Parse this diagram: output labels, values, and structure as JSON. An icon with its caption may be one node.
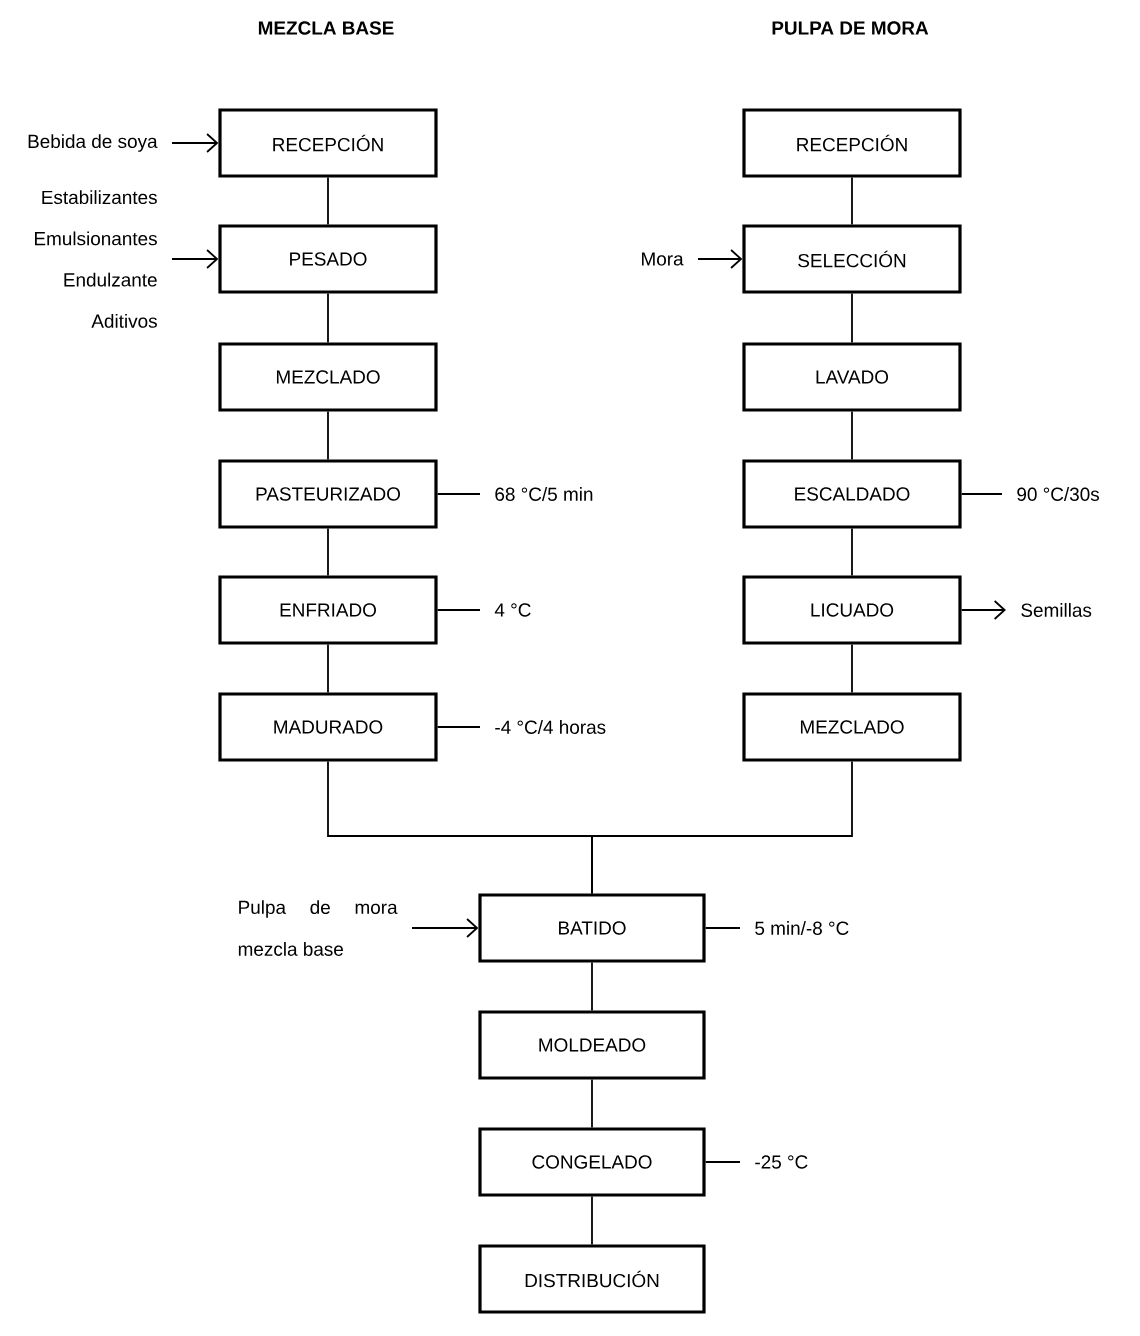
{
  "diagram": {
    "nodes": [
      {
        "text": [
          "Bebida de soya"
        ]
      },
      {
        "text": [
          "RECEPCIÓN"
        ]
      },
      {
        "text": [
          "Estabilizantes",
          "Emulsionantes",
          "Endulzante",
          "Aditivos"
        ]
      },
      {
        "text": [
          "PESADO"
        ]
      },
      {
        "text": [
          "MEZCLADO"
        ]
      },
      {
        "text": [
          "PASTEURIZADO"
        ]
      },
      {
        "text": [
          "68 °C/5 min"
        ]
      },
      {
        "text": [
          "ENFRIADO"
        ]
      },
      {
        "text": [
          "4 °C"
        ]
      },
      {
        "text": [
          "MADURADO"
        ]
      },
      {
        "text": [
          "-4 °C/4 horas"
        ]
      },
      {
        "text": [
          "RECEPCIÓN"
        ]
      },
      {
        "text": [
          "Mora"
        ]
      },
      {
        "text": [
          "SELECCIÓN"
        ]
      },
      {
        "text": [
          "LAVADO"
        ]
      },
      {
        "text": [
          "ESCALDADO"
        ]
      },
      {
        "text": [
          "90 °C/30s"
        ]
      },
      {
        "text": [
          "LICUADO"
        ]
      },
      {
        "text": [
          "Semillas"
        ]
      },
      {
        "text": [
          "MEZCLADO"
        ]
      },
      {
        "text": [
          "Pulpa de mora mezcla base"
        ]
      },
      {
        "text": [
          "BATIDO"
        ]
      },
      {
        "text": [
          "5 min/-8 °C"
        ]
      },
      {
        "text": [
          "MOLDEADO"
        ]
      },
      {
        "text": [
          "CONGELADO"
        ]
      },
      {
        "text": [
          "-25 °C"
        ]
      },
      {
        "text": [
          "DISTRIBUCIÓN"
        ]
      }
    ],
    "edges": [
      {
        "from": 0,
        "to": 1,
        "arrow": "to"
      },
      {
        "from": 1,
        "to": 3,
        "arrow": "none"
      },
      {
        "from": 2,
        "to": 3,
        "arrow": "to"
      },
      {
        "from": 3,
        "to": 4,
        "arrow": "none"
      },
      {
        "from": 4,
        "to": 5,
        "arrow": "none"
      },
      {
        "from": 5,
        "to": 6,
        "arrow": "none"
      },
      {
        "from": 5,
        "to": 7,
        "arrow": "none"
      },
      {
        "from": 7,
        "to": 8,
        "arrow": "none"
      },
      {
        "from": 7,
        "to": 9,
        "arrow": "none"
      },
      {
        "from": 9,
        "to": 10,
        "arrow": "none"
      },
      {
        "from": 11,
        "to": 13,
        "arrow": "none"
      },
      {
        "from": 12,
        "to": 13,
        "arrow": "to"
      },
      {
        "from": 13,
        "to": 14,
        "arrow": "none"
      },
      {
        "from": 14,
        "to": 15,
        "arrow": "none"
      },
      {
        "from": 15,
        "to": 16,
        "arrow": "none"
      },
      {
        "from": 15,
        "to": 17,
        "arrow": "none"
      },
      {
        "from": 17,
        "to": 18,
        "arrow": "to"
      },
      {
        "from": 17,
        "to": 19,
        "arrow": "none"
      },
      {
        "from": 9,
        "to": 21,
        "arrow": "none"
      },
      {
        "from": 19,
        "to": 21,
        "arrow": "none"
      },
      {
        "from": 20,
        "to": 21,
        "arrow": "to"
      },
      {
        "from": 21,
        "to": 22,
        "arrow": "none"
      },
      {
        "from": 21,
        "to": 23,
        "arrow": "none"
      },
      {
        "from": 23,
        "to": 24,
        "arrow": "none"
      },
      {
        "from": 24,
        "to": 25,
        "arrow": "none"
      },
      {
        "from": 24,
        "to": 26,
        "arrow": "none"
      }
    ],
    "labels": [
      "MEZCLA BASE",
      "PULPA DE MORA"
    ]
  }
}
